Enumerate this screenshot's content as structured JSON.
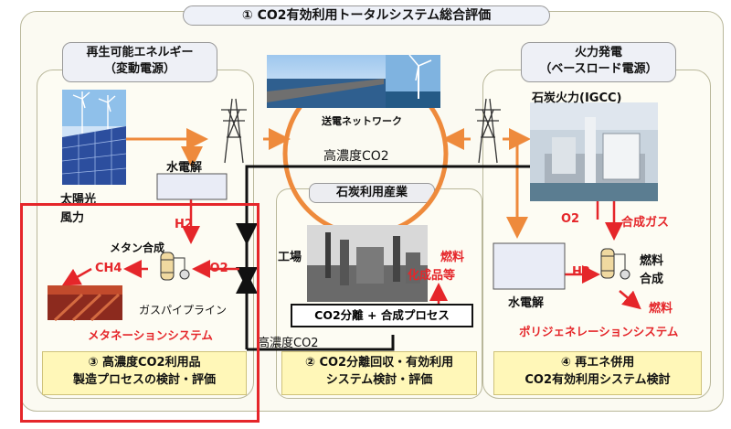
{
  "overall_title": "① CO2有効利用トータルシステム総合評価",
  "left": {
    "title_line1": "再生可能エネルギー",
    "title_line2": "（変動電源）",
    "solar_label": "太陽光",
    "wind_label": "風力",
    "electrolysis_label": "水電解",
    "h2_label": "H2",
    "methane_synthesis_label": "メタン合成",
    "ch4_label": "CH4",
    "co2_label": "CO2",
    "pipeline_label": "ガスパイプライン",
    "system_label": "メタネーションシステム",
    "footer_line1": "③ 高濃度CO2利用品",
    "footer_line2": "製造プロセスの検討・評価"
  },
  "center": {
    "grid_label": "送電ネットワーク",
    "high_co2_label": "高濃度CO2",
    "industry_title": "石炭利用産業",
    "factory_label": "工場",
    "fuel_label": "燃料",
    "chemical_label": "化成品等",
    "process_label": "CO2分離 + 合成プロセス",
    "high_co2_bottom_label": "高濃度CO2",
    "footer_line1": "② CO2分離回収・有効利用",
    "footer_line2": "システム検討・評価"
  },
  "right": {
    "title_line1": "火力発電",
    "title_line2": "（ベースロード電源）",
    "igcc_label": "石炭火力(IGCC)",
    "o2_label": "O2",
    "syngas_label": "合成ガス",
    "h2_label": "H2",
    "fuel_synthesis_label1": "燃料",
    "fuel_synthesis_label2": "合成",
    "electrolysis_label": "水電解",
    "fuel_out_label": "燃料",
    "system_label": "ポリジェネレーションシステム",
    "footer_line1": "④ 再エネ併用",
    "footer_line2": "CO2有効利用システム検討"
  },
  "colors": {
    "red": "#e5262a",
    "orange": "#ee8a3c",
    "yellow_box": "#fff7b8",
    "panel_border": "#b9b79a"
  }
}
